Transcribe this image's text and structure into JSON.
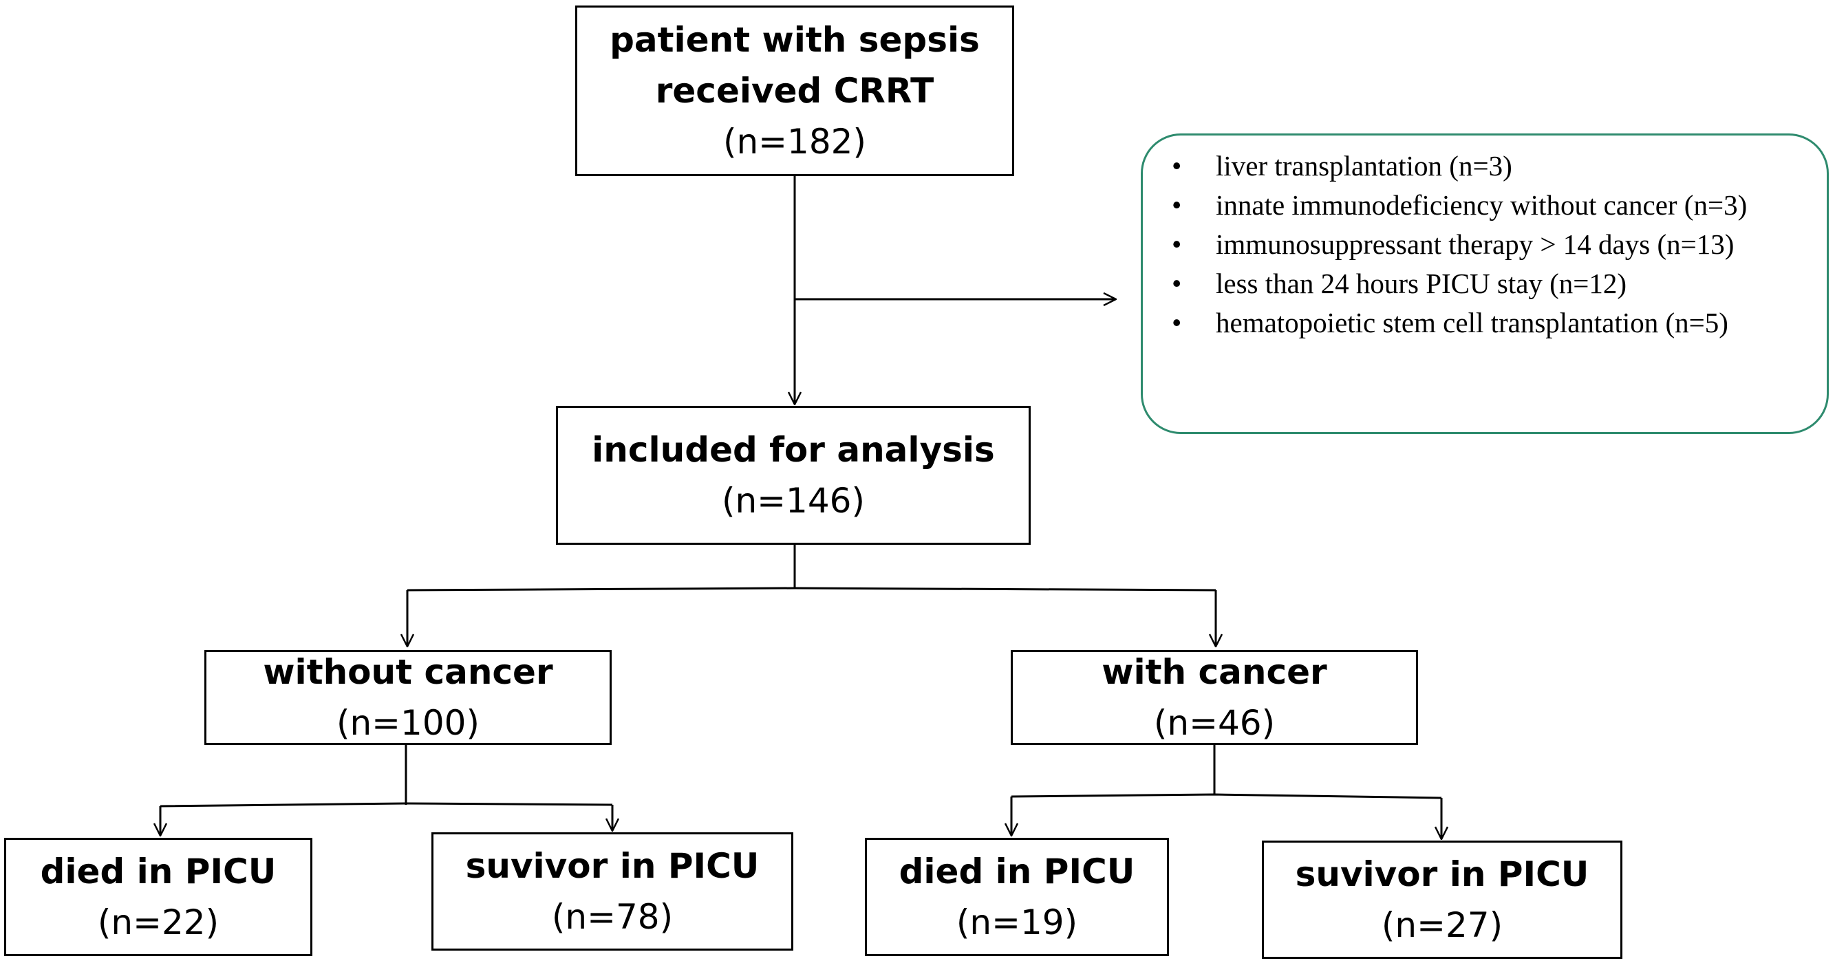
{
  "nodes": {
    "start": {
      "title_line1": "patient with sepsis",
      "title_line2": "received CRRT",
      "count": "(n=182)"
    },
    "included": {
      "title": "included for analysis",
      "count": "(n=146)"
    },
    "without_cancer": {
      "title": "without cancer",
      "count": "(n=100)"
    },
    "with_cancer": {
      "title": "with cancer",
      "count": "(n=46)"
    },
    "wo_died": {
      "title": "died in PICU",
      "count": "(n=22)"
    },
    "wo_survivor": {
      "title": "suvivor in PICU",
      "count": "(n=78)"
    },
    "w_died": {
      "title": "died in PICU",
      "count": "(n=19)"
    },
    "w_survivor": {
      "title": "suvivor in PICU",
      "count": "(n=27)"
    }
  },
  "exclusions": [
    "liver transplantation (n=3)",
    "innate immunodeficiency without cancer (n=3)",
    "immunosuppressant therapy > 14 days (n=13)",
    "less than 24 hours PICU stay (n=12)",
    "hematopoietic stem cell transplantation (n=5)"
  ],
  "colors": {
    "line": "#000000",
    "exclusion_border": "#2e8b6e"
  }
}
